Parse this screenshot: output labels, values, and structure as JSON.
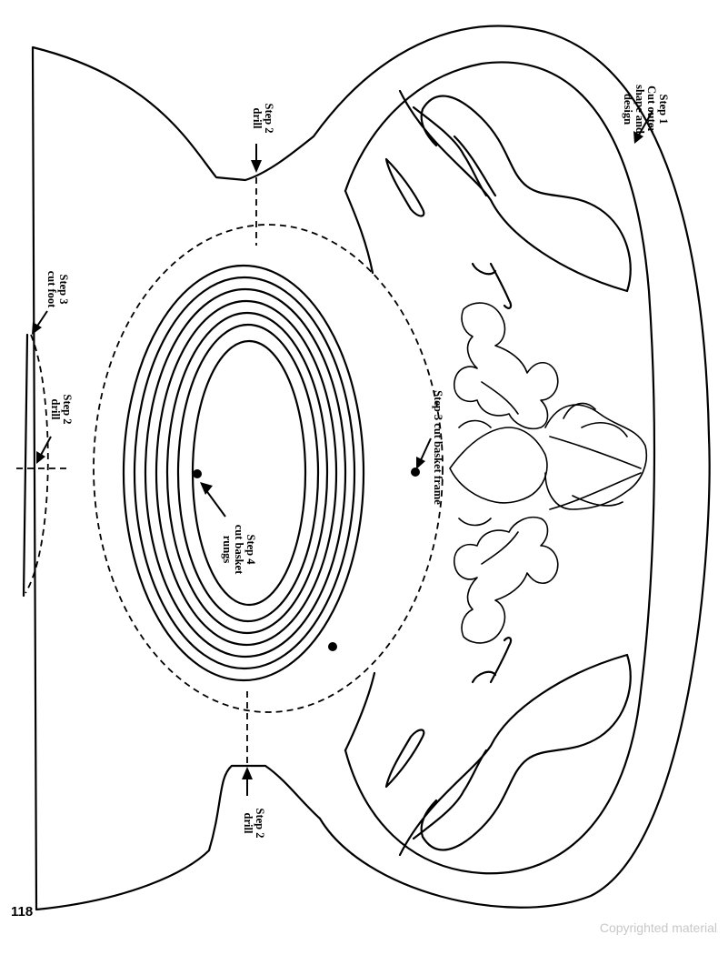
{
  "labels": {
    "step1": [
      "Step 1",
      "Cut outer",
      "shape and",
      "design"
    ],
    "step2_top": [
      "Step 2",
      "drill"
    ],
    "step2_bottom": [
      "Step 2",
      "drill"
    ],
    "step2_left": [
      "Step 2",
      "drill"
    ],
    "step3_foot": [
      "Step 3",
      "cut foot"
    ],
    "step3_frame": [
      "Step 3 cut basket frame"
    ],
    "step4": [
      "Step 4",
      "cut basket",
      "rungs"
    ]
  },
  "footer": {
    "page_number": "118",
    "copyright": "Copyrighted material"
  }
}
